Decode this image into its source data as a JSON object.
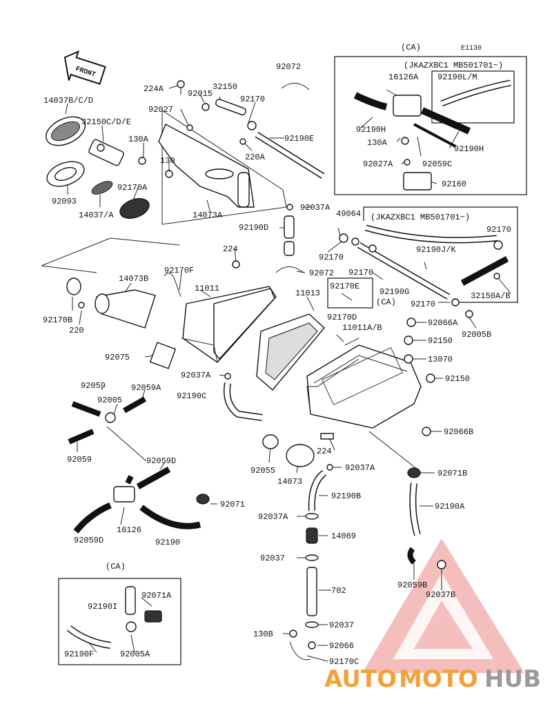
{
  "diagram_code": "E1130",
  "front_label": "FRONT",
  "ca_label": "(CA)",
  "serial_range": "(JKAZXBC1 MB501701~)",
  "watermark": {
    "part1": "AUTO",
    "part2": "MOTO",
    "part3": "HUB",
    "colors": {
      "orange": "#f2a13b",
      "gray": "#9a9a9a",
      "triangle": "#e8706a"
    }
  },
  "labels": {
    "l_14037bcd": "14037B/C/D",
    "l_32150cde": "32150C/D/E",
    "l_224a": "224A",
    "l_92015": "92015",
    "l_32150": "32150",
    "l_92072_top": "92072",
    "l_92027_top": "92027",
    "l_92170_a": "92170",
    "l_130a_top": "130A",
    "l_92190e": "92190E",
    "l_130": "130",
    "l_220a": "220A",
    "l_92093": "92093",
    "l_92170a": "92170A",
    "l_14037a": "14037/A",
    "l_14073a": "14073A",
    "l_92037a_1": "92037A",
    "l_92190d": "92190D",
    "l_16126a": "16126A",
    "l_92190lm": "92190L/M",
    "l_92190h_1": "92190H",
    "l_130a_ca": "130A",
    "l_92190h_2": "92190H",
    "l_92027a": "92027A",
    "l_92059c": "92059C",
    "l_92160": "92160",
    "l_49064": "49064",
    "l_92170_b": "92170",
    "l_92190jk": "92190J/K",
    "l_92170_c": "92170",
    "l_92170_d": "92170",
    "l_224": "224",
    "l_92072_mid": "92072",
    "l_14073b": "14073B",
    "l_92170f": "92170F",
    "l_11011": "11011",
    "l_11013": "11013",
    "l_92170e": "92170E",
    "l_ca_mid": "(CA)",
    "l_92190g": "92190G",
    "l_32150ab": "32150A/B",
    "l_92170_e": "92170",
    "l_92170b": "92170B",
    "l_220": "220",
    "l_92170d": "92170D",
    "l_11011ab": "11011A/B",
    "l_92066a": "92066A",
    "l_92005b": "92005B",
    "l_92150_1": "92150",
    "l_13070": "13070",
    "l_92075": "92075",
    "l_92037a_2": "92037A",
    "l_92150_2": "92150",
    "l_92190c": "92190C",
    "l_92059_1": "92059",
    "l_92059a": "92059A",
    "l_92005": "92005",
    "l_92066b": "92066B",
    "l_92059_2": "92059",
    "l_92055": "92055",
    "l_224_b": "224",
    "l_92059d_1": "92059D",
    "l_14073": "14073",
    "l_92037a_3": "92037A",
    "l_92071b": "92071B",
    "l_92071": "92071",
    "l_92190b": "92190B",
    "l_92190a": "92190A",
    "l_16126": "16126",
    "l_92037a_4": "92037A",
    "l_92059d_2": "92059D",
    "l_92190": "92190",
    "l_14069": "14069",
    "l_92037_1": "92037",
    "l_92059b": "92059B",
    "l_92037b": "92037B",
    "l_ca_bottom": "(CA)",
    "l_702": "702",
    "l_92190i": "92190I",
    "l_92071a": "92071A",
    "l_92037_2": "92037",
    "l_130b": "130B",
    "l_92066": "92066",
    "l_92190f": "92190F",
    "l_92005a": "92005A",
    "l_92170c": "92170C"
  }
}
